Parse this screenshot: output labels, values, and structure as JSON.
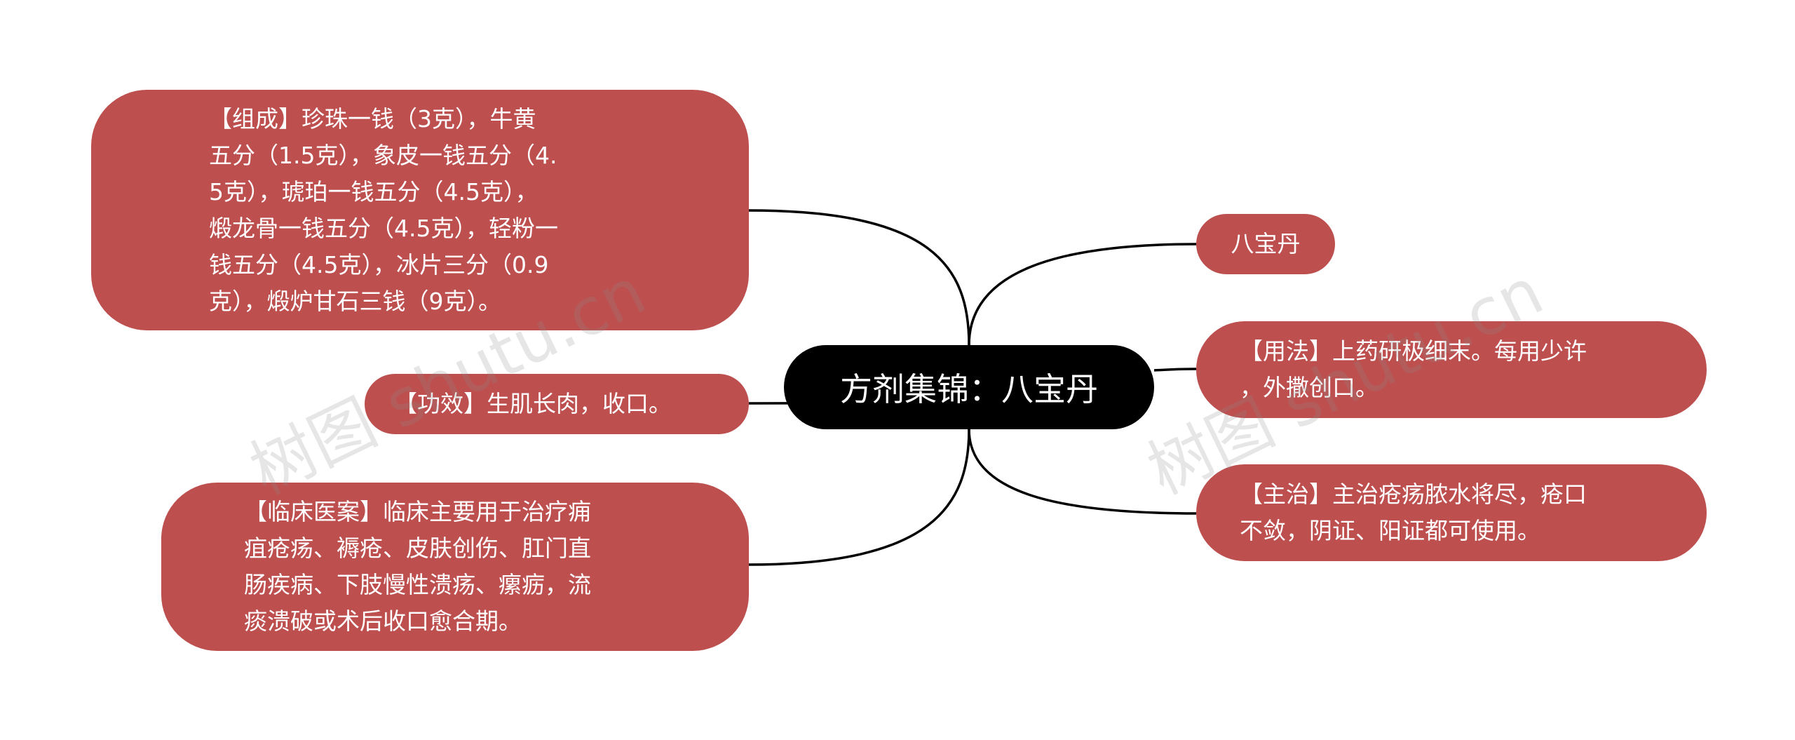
{
  "root": {
    "label": "方剂集锦：八宝丹"
  },
  "topics": {
    "composition": "【组成】珍珠一钱（3克），牛黄\n五分（1.5克），象皮一钱五分（4.\n5克），琥珀一钱五分（4.5克），\n煅龙骨一钱五分（4.5克），轻粉一\n钱五分（4.5克），冰片三分（0.9\n克），煅炉甘石三钱（9克）。",
    "efficacy": "【功效】生肌长肉，收口。",
    "clinical": "【临床医案】临床主要用于治疗痈\n疽疮疡、褥疮、皮肤创伤、肛门直\n肠疾病、下肢慢性溃疡、瘰疬，流\n痰溃破或术后收口愈合期。",
    "name": "八宝丹",
    "usage": "【用法】上药研极细末。每用少许\n，外撒创口。",
    "indication": "【主治】主治疮疡脓水将尽，疮口\n不敛，阴证、阳证都可使用。"
  },
  "watermark": "树图 shutu.cn",
  "colors": {
    "node": "#bd4f4f",
    "root": "#000000",
    "line": "#000000"
  }
}
